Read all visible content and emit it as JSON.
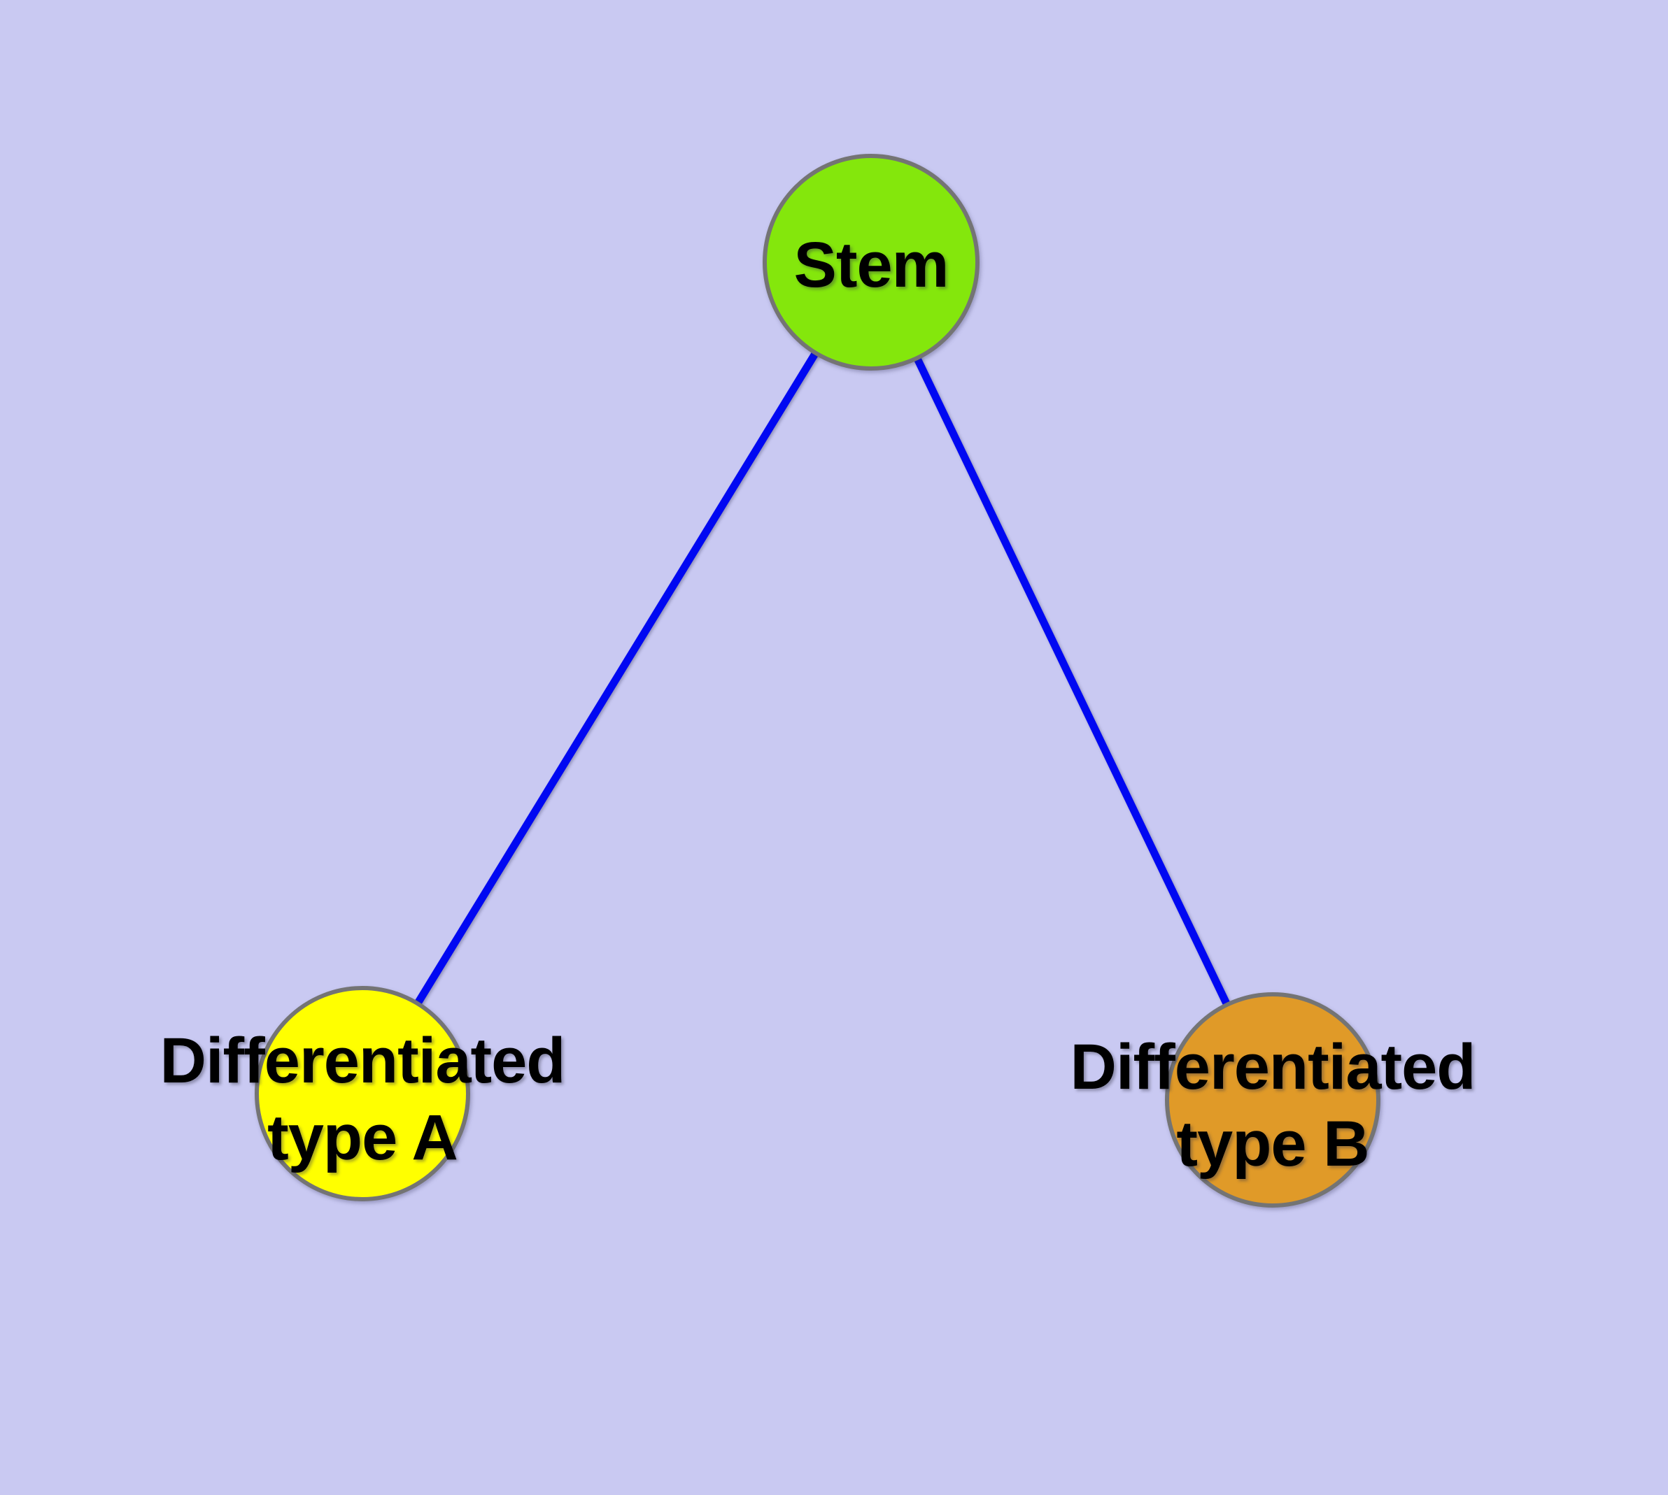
{
  "diagram": {
    "background_color": "#c9c9f2",
    "edge_color": "#0008f2",
    "node_border_color": "#747474",
    "label_color": "#000000",
    "nodes": {
      "stem": {
        "id": "stem",
        "label": "Stem",
        "fill": "#84e70c"
      },
      "type_a": {
        "id": "differentiated-type-a",
        "label_line1": "Differentiated",
        "label_line2": "type A",
        "fill": "#ffff00"
      },
      "type_b": {
        "id": "differentiated-type-b",
        "label_line1": "Differentiated",
        "label_line2": "type B",
        "fill": "#e09a28"
      }
    },
    "edges": [
      {
        "from": "stem",
        "to": "differentiated-type-a"
      },
      {
        "from": "stem",
        "to": "differentiated-type-b"
      }
    ]
  }
}
